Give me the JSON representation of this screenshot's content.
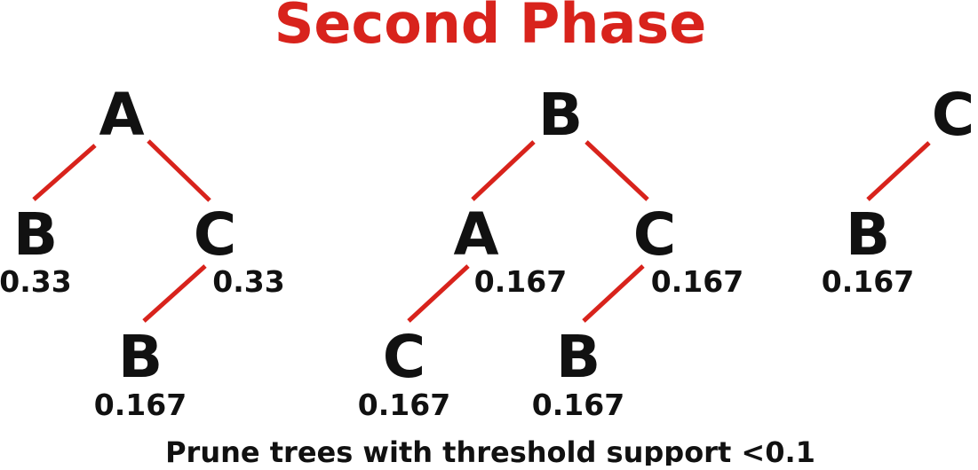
{
  "title": "Second Phase",
  "caption": "Prune trees with threshold support <0.1",
  "colors": {
    "title": "#d8231c",
    "edge": "#d8231c",
    "text": "#111111"
  },
  "trees": [
    {
      "root": {
        "label": "A"
      },
      "children": [
        {
          "label": "B",
          "support": "0.33"
        },
        {
          "label": "C",
          "support": "0.33",
          "children": [
            {
              "label": "B",
              "support": "0.167"
            }
          ]
        }
      ]
    },
    {
      "root": {
        "label": "B"
      },
      "children": [
        {
          "label": "A",
          "support": "0.167",
          "children": [
            {
              "label": "C",
              "support": "0.167"
            }
          ]
        },
        {
          "label": "C",
          "support": "0.167",
          "children": [
            {
              "label": "B",
              "support": "0.167"
            }
          ]
        }
      ]
    },
    {
      "root": {
        "label": "C"
      },
      "children": [
        {
          "label": "B",
          "support": "0.167"
        }
      ]
    }
  ]
}
